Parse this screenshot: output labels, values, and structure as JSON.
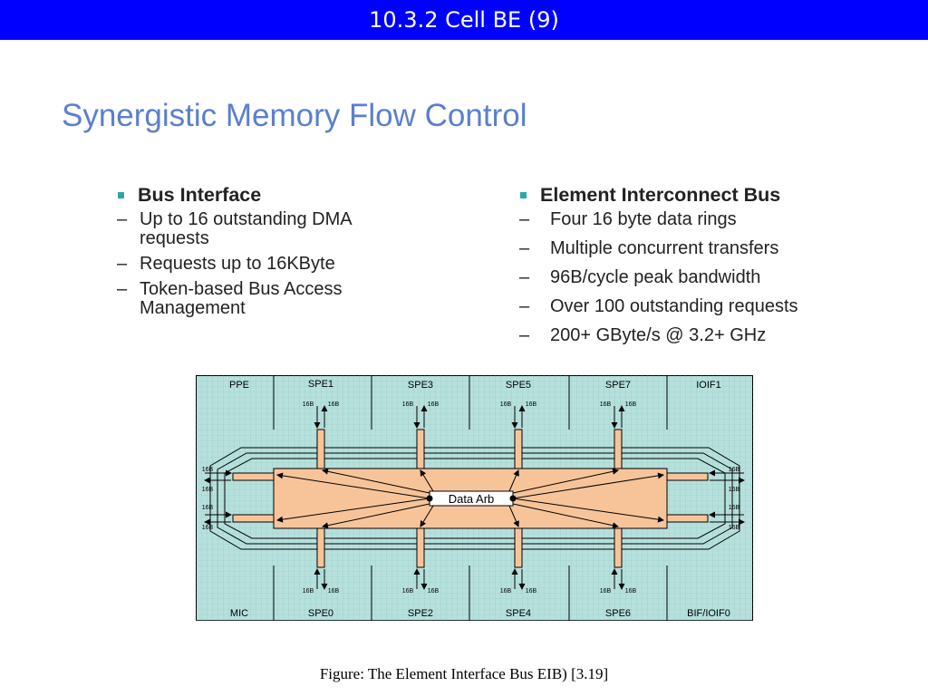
{
  "header": {
    "title": "10.3.2 Cell BE (9)"
  },
  "slide": {
    "heading": "Synergistic Memory Flow Control",
    "left_column": {
      "bullet": "Bus Interface",
      "items": [
        "Up to 16 outstanding DMA requests",
        "Requests up to 16KByte",
        "Token-based Bus Access Management"
      ]
    },
    "right_column": {
      "bullet": "Element Interconnect Bus",
      "items": [
        "Four 16 byte data rings",
        "Multiple concurrent transfers",
        "96B/cycle peak bandwidth",
        "Over 100 outstanding requests",
        "200+ GByte/s @ 3.2+ GHz"
      ]
    }
  },
  "diagram": {
    "top_units": [
      "PPE",
      "SPE1",
      "SPE3",
      "SPE5",
      "SPE7",
      "IOIF1"
    ],
    "bottom_units": [
      "MIC",
      "SPE0",
      "SPE2",
      "SPE4",
      "SPE6",
      "BIF/IOIF0"
    ],
    "port_label": "16B",
    "arbiter_label": "Data Arb",
    "colors": {
      "grid_bg": "#b7e0dc",
      "grid_line": "#7cc2bb",
      "ring": "#f7c49a",
      "border": "#000000"
    }
  },
  "caption": "Figure: The Element Interface Bus EIB) [3.19]"
}
